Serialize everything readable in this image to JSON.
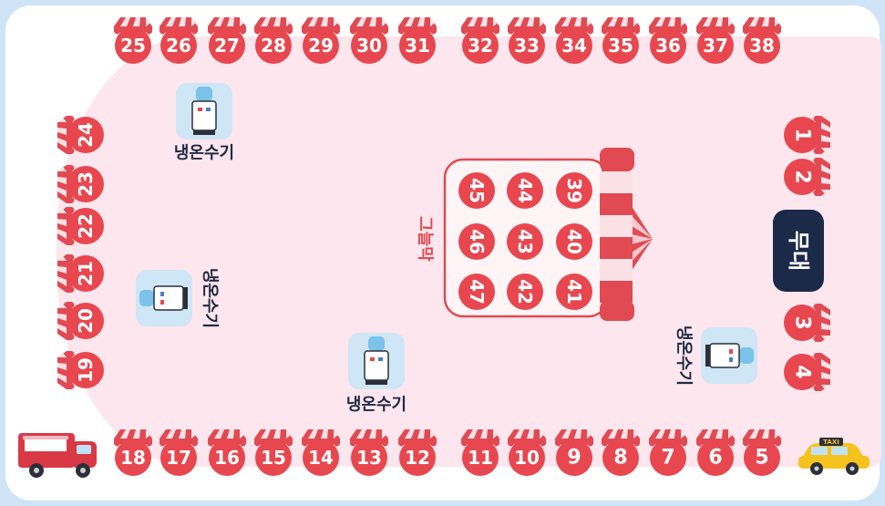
{
  "booths_top": [
    "25",
    "26",
    "27",
    "28",
    "29",
    "30",
    "31",
    "32",
    "33",
    "34",
    "35",
    "36",
    "37",
    "38"
  ],
  "booths_bottom": [
    "18",
    "17",
    "16",
    "15",
    "14",
    "13",
    "12",
    "11",
    "10",
    "9",
    "8",
    "7",
    "6",
    "5"
  ],
  "booths_left": [
    "24",
    "23",
    "22",
    "21",
    "20",
    "19"
  ],
  "booths_right_upper": [
    "1",
    "2"
  ],
  "booths_right_lower": [
    "3",
    "4"
  ],
  "group_booths": [
    [
      "45",
      "44",
      "39"
    ],
    [
      "46",
      "43",
      "40"
    ],
    [
      "47",
      "42",
      "41"
    ]
  ],
  "stage_label": "무대",
  "group_label": "그늘막",
  "water_label": "냉온수기",
  "taxi_text": "TAXI",
  "colors": {
    "booth": "#e8474f",
    "awning_red": "#e14a52",
    "awning_white": "#fbe0e6",
    "stage": "#1c2a4a",
    "area": "#fde6ed",
    "water_bg": "#cfe6f6"
  }
}
